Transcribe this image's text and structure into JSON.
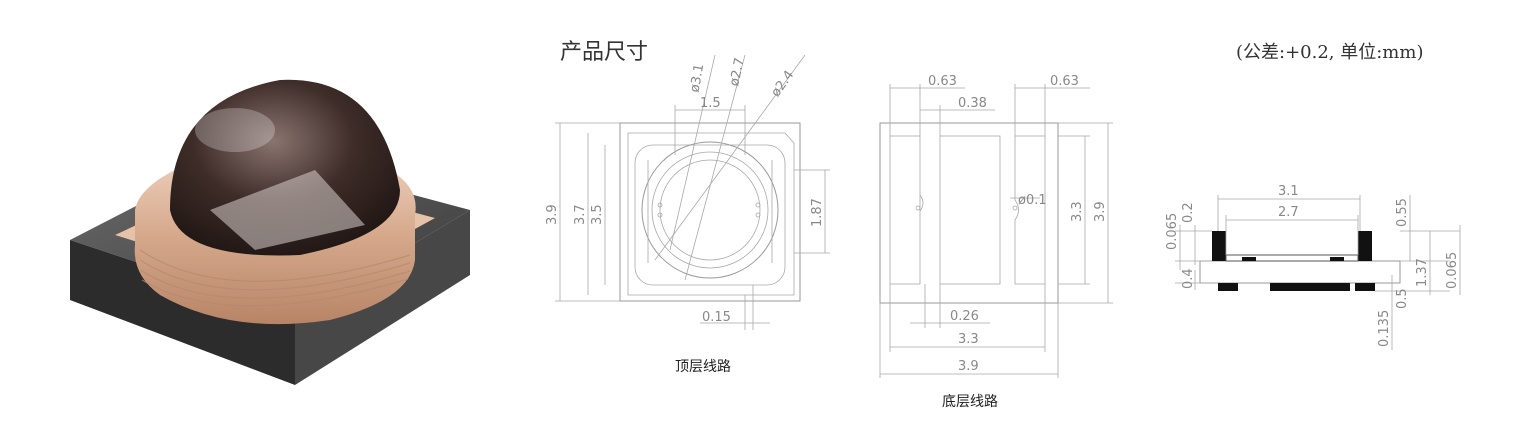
{
  "header": {
    "title": "产品尺寸",
    "tolerance": "(公差:+0.2, 单位:mm)"
  },
  "top_view": {
    "caption": "顶层线路",
    "dims": {
      "d31": "ø3.1",
      "d27": "ø2.7",
      "d24": "ø2.4",
      "w15": "1.5",
      "h39": "3.9",
      "h37": "3.7",
      "h35": "3.5",
      "h187": "1.87",
      "w015": "0.15"
    }
  },
  "bottom_view": {
    "caption": "底层线路",
    "dims": {
      "w063a": "0.63",
      "w038": "0.38",
      "w063b": "0.63",
      "d01": "ø0.1",
      "h33": "3.3",
      "h39": "3.9",
      "w026": "0.26",
      "w33": "3.3",
      "w39": "3.9"
    }
  },
  "side_view": {
    "dims": {
      "w31": "3.1",
      "w27": "2.7",
      "v0065a": "0.065",
      "v02": "0.2",
      "v055": "0.55",
      "v04": "0.4",
      "v137": "1.37",
      "v0065b": "0.065",
      "v05": "0.5",
      "v0135": "0.135"
    }
  },
  "colors": {
    "line": "#9a9a9a",
    "text": "#888888",
    "led_base": "#3c3c3c",
    "led_ring": "#d9b39a",
    "led_dome": "#3b2a26"
  }
}
